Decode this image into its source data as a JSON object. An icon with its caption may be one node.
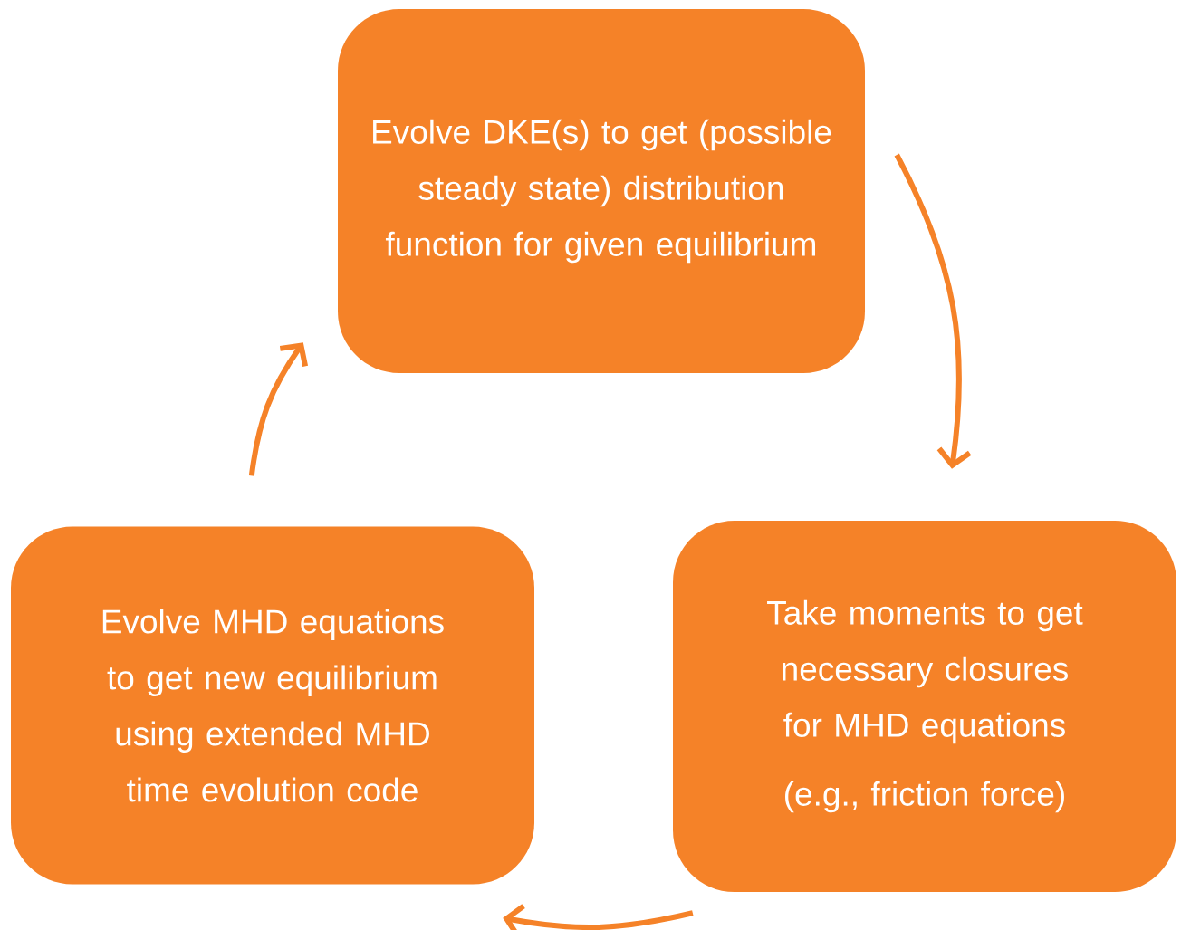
{
  "diagram": {
    "nodes": [
      {
        "text": [
          "Evolve DKE(s) to get (possible steady state) distribution function for given equilibrium"
        ]
      },
      {
        "text": [
          "Take moments to get necessary closures for MHD equations",
          "(e.g., friction force)"
        ]
      },
      {
        "text": [
          "Evolve MHD equations to get new equilibrium using extended MHD time evolution code"
        ]
      }
    ],
    "edges": [
      {
        "from": 0,
        "to": 1,
        "arrow": "to"
      },
      {
        "from": 1,
        "to": 2,
        "arrow": "to"
      },
      {
        "from": 2,
        "to": 0,
        "arrow": "to"
      }
    ]
  }
}
